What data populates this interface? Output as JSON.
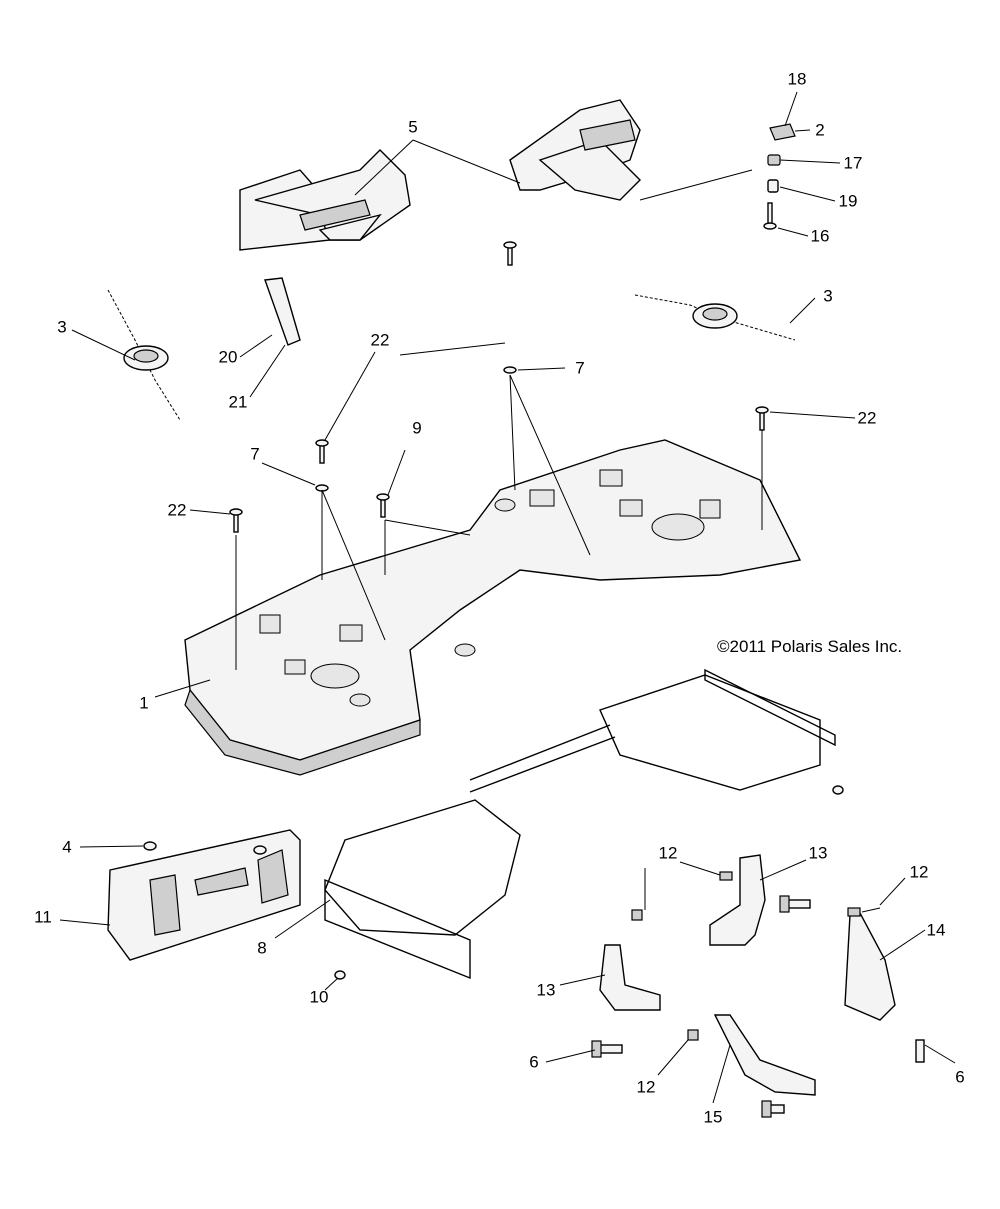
{
  "copyright": "©2011 Polaris Sales Inc.",
  "callouts": {
    "c18": "18",
    "c2": "2",
    "c17": "17",
    "c19": "19",
    "c16": "16",
    "c5": "5",
    "c3a": "3",
    "c3b": "3",
    "c20": "20",
    "c21": "21",
    "c22a": "22",
    "c7a": "7",
    "c22b": "22",
    "c9": "9",
    "c7b": "7",
    "c22c": "22",
    "c1": "1",
    "c4": "4",
    "c11": "11",
    "c8": "8",
    "c10": "10",
    "c12a": "12",
    "c13a": "13",
    "c12b": "12",
    "c14": "14",
    "c13b": "13",
    "c6a": "6",
    "c6b": "6",
    "c12c": "12",
    "c15": "15"
  }
}
